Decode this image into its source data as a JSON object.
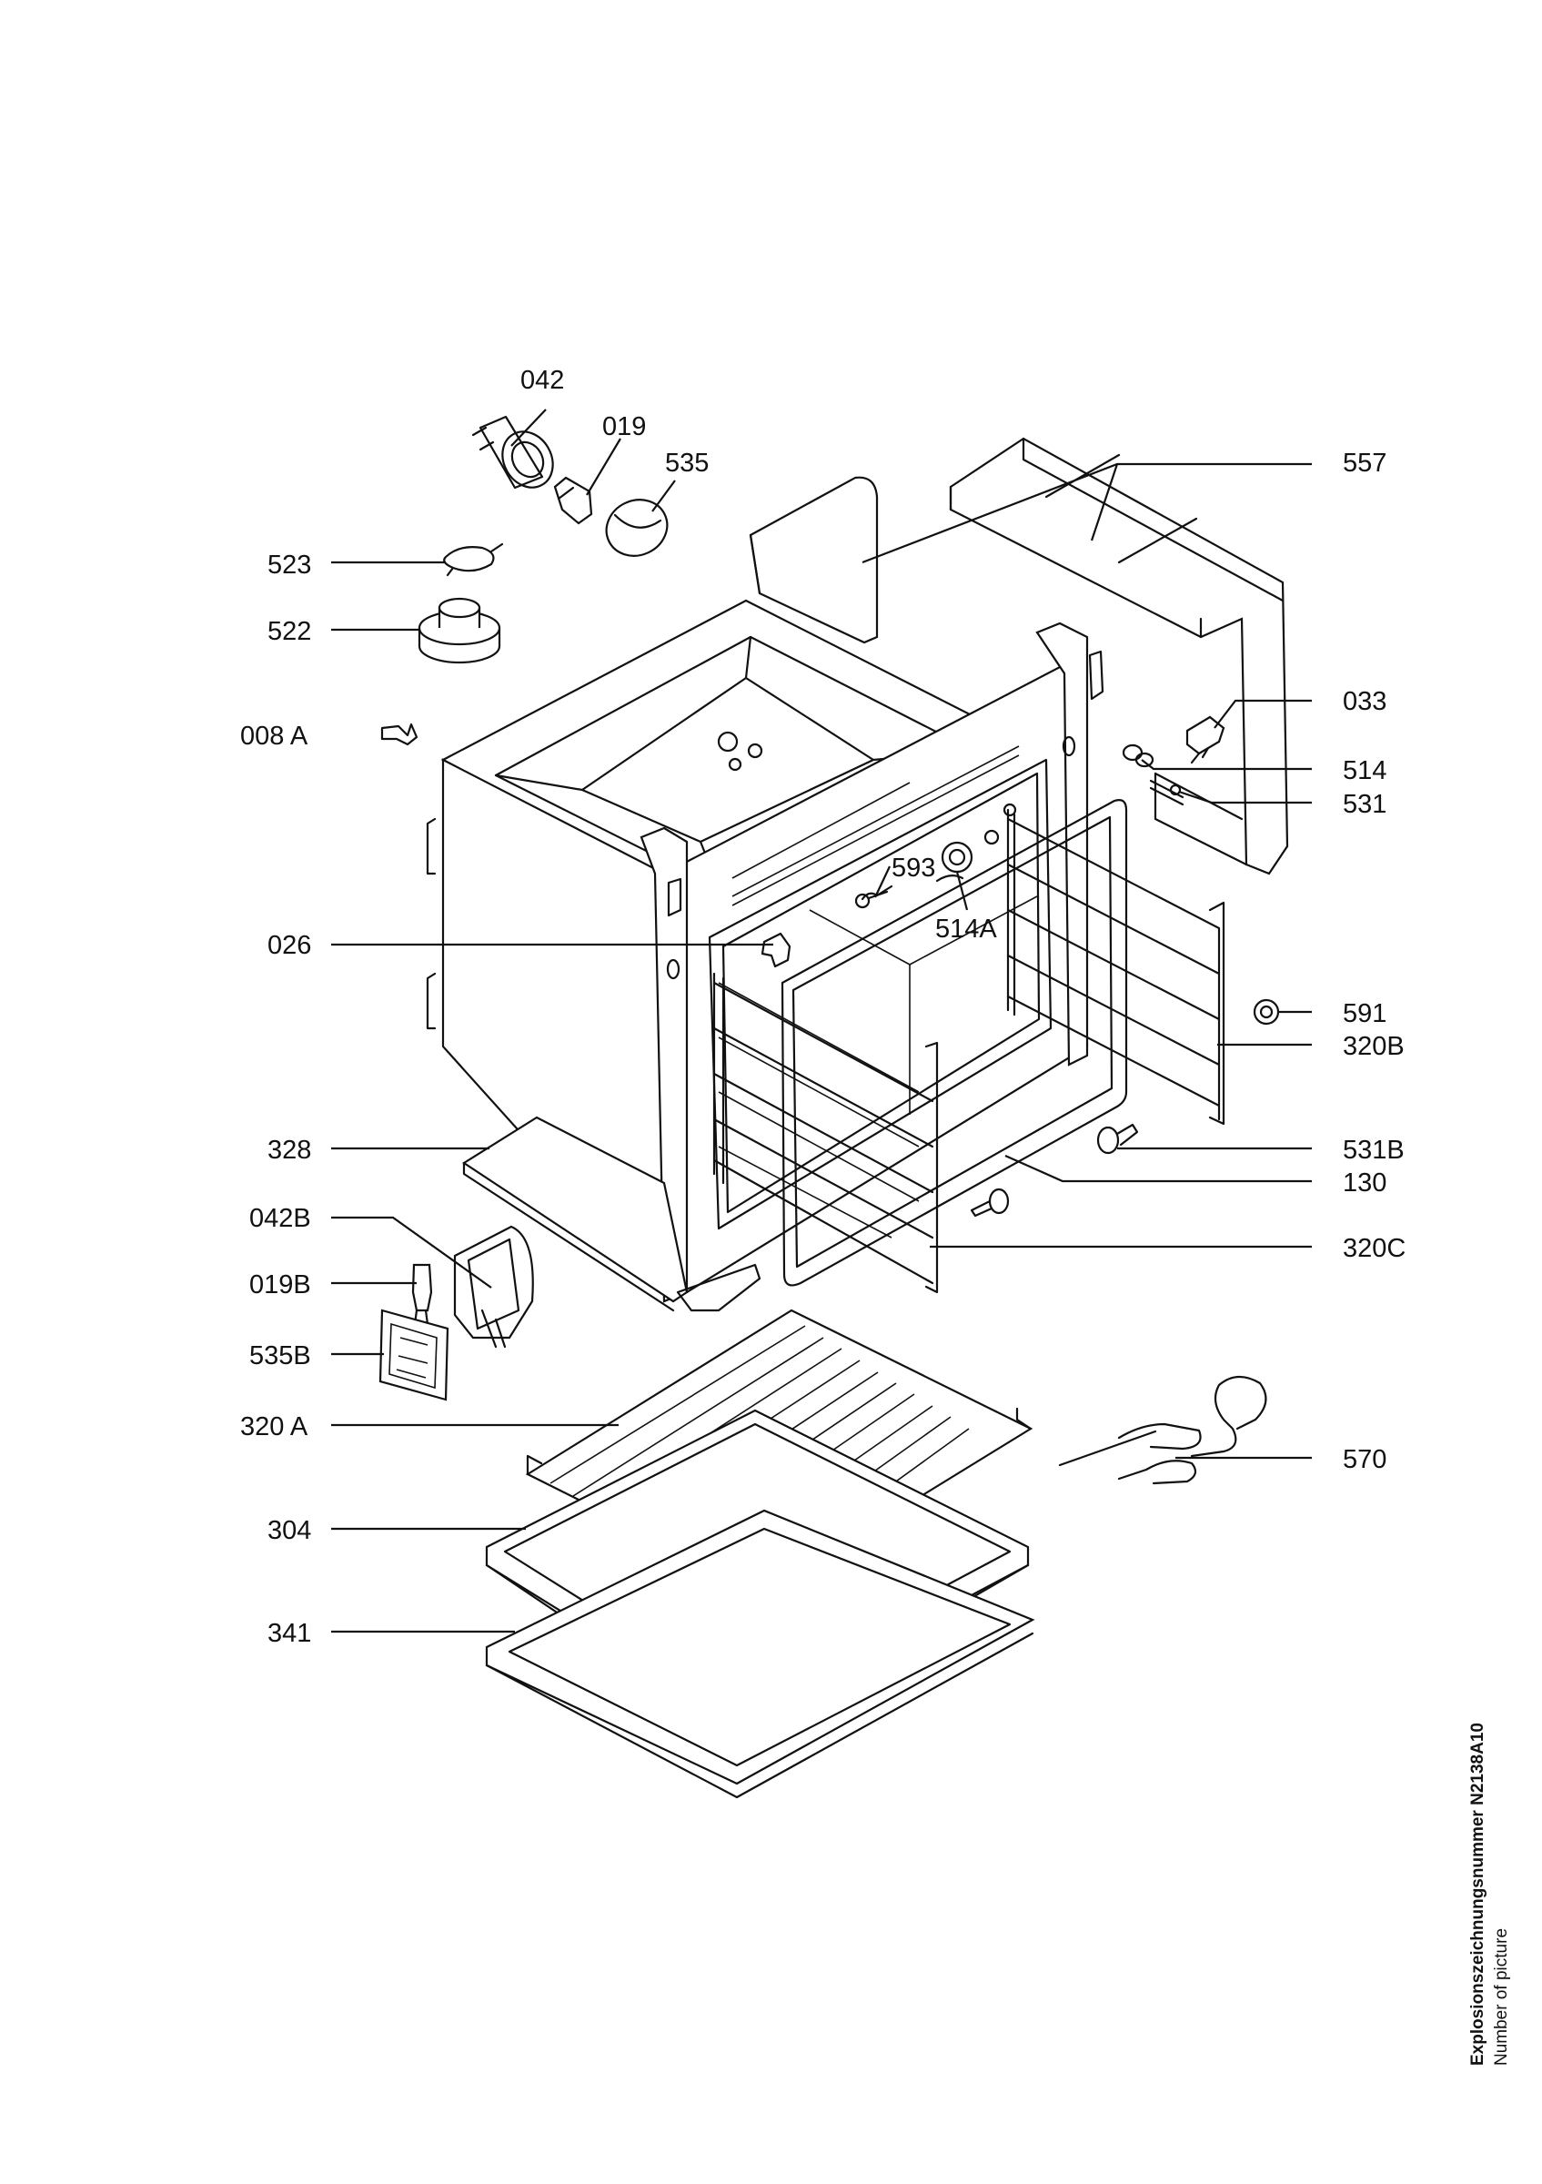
{
  "callouts": [
    {
      "id": "042"
    },
    {
      "id": "019"
    },
    {
      "id": "535"
    },
    {
      "id": "557"
    },
    {
      "id": "523"
    },
    {
      "id": "522"
    },
    {
      "id": "008 A"
    },
    {
      "id": "033"
    },
    {
      "id": "514"
    },
    {
      "id": "531"
    },
    {
      "id": "593"
    },
    {
      "id": "514A"
    },
    {
      "id": "026"
    },
    {
      "id": "591"
    },
    {
      "id": "320B"
    },
    {
      "id": "328"
    },
    {
      "id": "531B"
    },
    {
      "id": "130"
    },
    {
      "id": "042B"
    },
    {
      "id": "320C"
    },
    {
      "id": "019B"
    },
    {
      "id": "535B"
    },
    {
      "id": "320 A"
    },
    {
      "id": "570"
    },
    {
      "id": "304"
    },
    {
      "id": "341"
    }
  ],
  "caption": {
    "label_de": "Explosionszeichnungsnummer N2138A10",
    "label_en": "Number of picture"
  }
}
